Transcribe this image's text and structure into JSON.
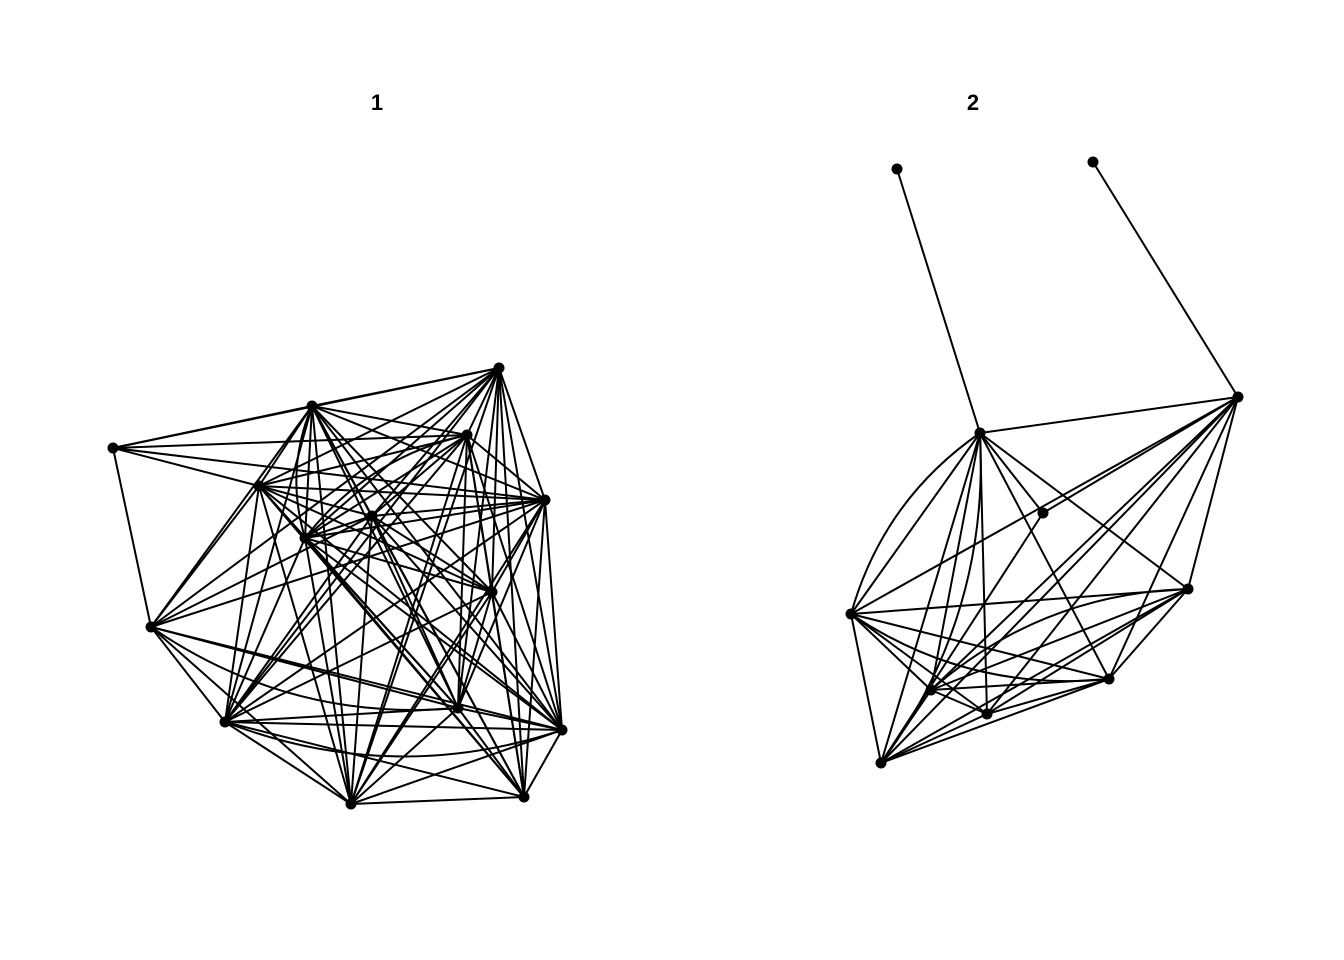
{
  "figure": {
    "colors": {
      "edge": "#000000",
      "node": "#000000",
      "background": "#ffffff"
    },
    "panels": [
      {
        "id": "1",
        "title": "1",
        "nodes": 15,
        "edges": [
          [
            0,
            1
          ],
          [
            0,
            2
          ],
          [
            0,
            3
          ],
          [
            0,
            4
          ],
          [
            0,
            5
          ],
          [
            0,
            6
          ],
          [
            1,
            2
          ],
          [
            1,
            3
          ],
          [
            1,
            4
          ],
          [
            1,
            5
          ],
          [
            1,
            6
          ],
          [
            1,
            7
          ],
          [
            1,
            8
          ],
          [
            1,
            9
          ],
          [
            1,
            10
          ],
          [
            1,
            11
          ],
          [
            1,
            12
          ],
          [
            1,
            13
          ],
          [
            1,
            14
          ],
          [
            2,
            3
          ],
          [
            2,
            4
          ],
          [
            2,
            5
          ],
          [
            2,
            6
          ],
          [
            2,
            7
          ],
          [
            2,
            8
          ],
          [
            2,
            9
          ],
          [
            2,
            10
          ],
          [
            2,
            11
          ],
          [
            2,
            12
          ],
          [
            2,
            13
          ],
          [
            2,
            14
          ],
          [
            3,
            4
          ],
          [
            3,
            5
          ],
          [
            3,
            7
          ],
          [
            3,
            8
          ],
          [
            3,
            9
          ],
          [
            3,
            10
          ],
          [
            3,
            11
          ],
          [
            3,
            12
          ],
          [
            3,
            13
          ],
          [
            3,
            14
          ],
          [
            4,
            5
          ],
          [
            4,
            6
          ],
          [
            4,
            7
          ],
          [
            4,
            8
          ],
          [
            4,
            9
          ],
          [
            4,
            10
          ],
          [
            4,
            11
          ],
          [
            4,
            12
          ],
          [
            4,
            13
          ],
          [
            4,
            14
          ],
          [
            5,
            6
          ],
          [
            5,
            7
          ],
          [
            5,
            8
          ],
          [
            5,
            9
          ],
          [
            5,
            10
          ],
          [
            5,
            11
          ],
          [
            5,
            12
          ],
          [
            5,
            13
          ],
          [
            5,
            14
          ],
          [
            6,
            8
          ],
          [
            6,
            10
          ],
          [
            6,
            11
          ],
          [
            6,
            12
          ],
          [
            6,
            13
          ],
          [
            7,
            8
          ],
          [
            7,
            9
          ],
          [
            7,
            10
          ],
          [
            7,
            11
          ],
          [
            7,
            12
          ],
          [
            7,
            13
          ],
          [
            7,
            14
          ],
          [
            8,
            9
          ],
          [
            8,
            10
          ],
          [
            8,
            11
          ],
          [
            8,
            12
          ],
          [
            8,
            13
          ],
          [
            8,
            14
          ],
          [
            9,
            10
          ],
          [
            9,
            11
          ],
          [
            9,
            12
          ],
          [
            9,
            13
          ],
          [
            9,
            14
          ],
          [
            10,
            11
          ],
          [
            10,
            12
          ],
          [
            10,
            13
          ],
          [
            10,
            14
          ],
          [
            11,
            12
          ],
          [
            11,
            13
          ],
          [
            11,
            14
          ],
          [
            12,
            13
          ],
          [
            12,
            14
          ],
          [
            13,
            14
          ]
        ],
        "curved_edges": [
          [
            1,
            7
          ],
          [
            11,
            6
          ],
          [
            10,
            12
          ],
          [
            7,
            3
          ]
        ]
      },
      {
        "id": "2",
        "title": "2",
        "nodes": 11,
        "edges": [
          [
            0,
            2
          ],
          [
            1,
            3
          ],
          [
            2,
            3
          ],
          [
            2,
            4
          ],
          [
            2,
            5
          ],
          [
            2,
            6
          ],
          [
            2,
            7
          ],
          [
            2,
            8
          ],
          [
            2,
            9
          ],
          [
            2,
            10
          ],
          [
            3,
            4
          ],
          [
            3,
            5
          ],
          [
            3,
            6
          ],
          [
            3,
            7
          ],
          [
            3,
            8
          ],
          [
            3,
            9
          ],
          [
            3,
            10
          ],
          [
            4,
            10
          ],
          [
            5,
            6
          ],
          [
            5,
            7
          ],
          [
            5,
            8
          ],
          [
            5,
            9
          ],
          [
            5,
            10
          ],
          [
            6,
            7
          ],
          [
            6,
            8
          ],
          [
            6,
            9
          ],
          [
            6,
            10
          ],
          [
            7,
            8
          ],
          [
            7,
            9
          ],
          [
            7,
            10
          ],
          [
            8,
            9
          ],
          [
            8,
            10
          ],
          [
            9,
            10
          ]
        ],
        "curved_edges": [
          [
            2,
            6
          ],
          [
            2,
            10
          ],
          [
            5,
            7
          ],
          [
            9,
            6
          ]
        ]
      }
    ]
  }
}
